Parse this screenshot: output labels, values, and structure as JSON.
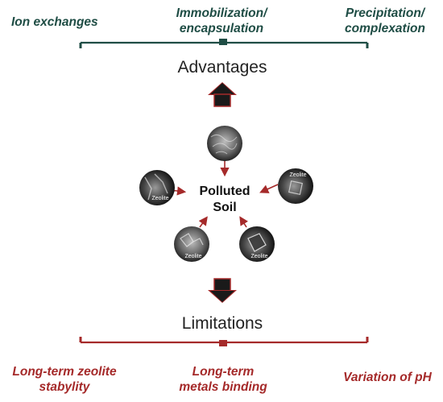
{
  "advantages": {
    "heading": "Advantages",
    "items": [
      "Ion exchanges",
      "Immobilization/\nencapsulation",
      "Precipitation/\ncomplexation"
    ]
  },
  "limitations": {
    "heading": "Limitations",
    "items": [
      "Long-term zeolite\nstabylity",
      "Long-term\nmetals binding",
      "Variation of pH"
    ]
  },
  "center": {
    "line1": "Polluted",
    "line2": "Soil"
  },
  "micrographs": {
    "label": "Zeolite"
  },
  "colors": {
    "advantage_accent": "#1f4d45",
    "limitation_accent": "#a52a2a",
    "arrow_fill": "#1a1a1a"
  }
}
